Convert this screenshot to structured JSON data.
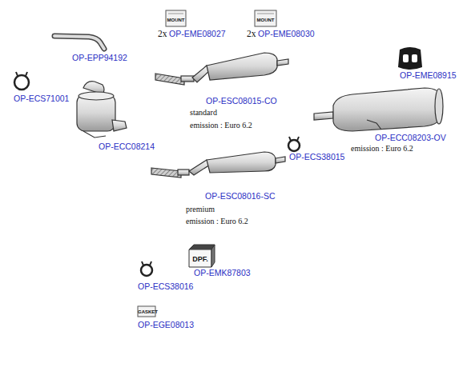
{
  "diagram": {
    "labels": [
      "MOUNT",
      "2x",
      "OP-EME08027",
      "MOUNT",
      "2x",
      "OP-EME08030",
      "OP-EPP94192",
      "OP-EME08915",
      "OP-ECS71001",
      "OP-ESC08015-CO",
      "standard",
      "emission : Euro 6.2",
      "OP-ECC08214",
      "OP-ECC08203-OV",
      "emission : Euro 6.2",
      "OP-ECS38015",
      "OP-ESC08016-SC",
      "premium",
      "emission : Euro 6.2",
      "DPF.",
      "OP-EMK87803",
      "OP-ECS38016",
      "GASKET",
      "OP-EGE08013"
    ]
  }
}
